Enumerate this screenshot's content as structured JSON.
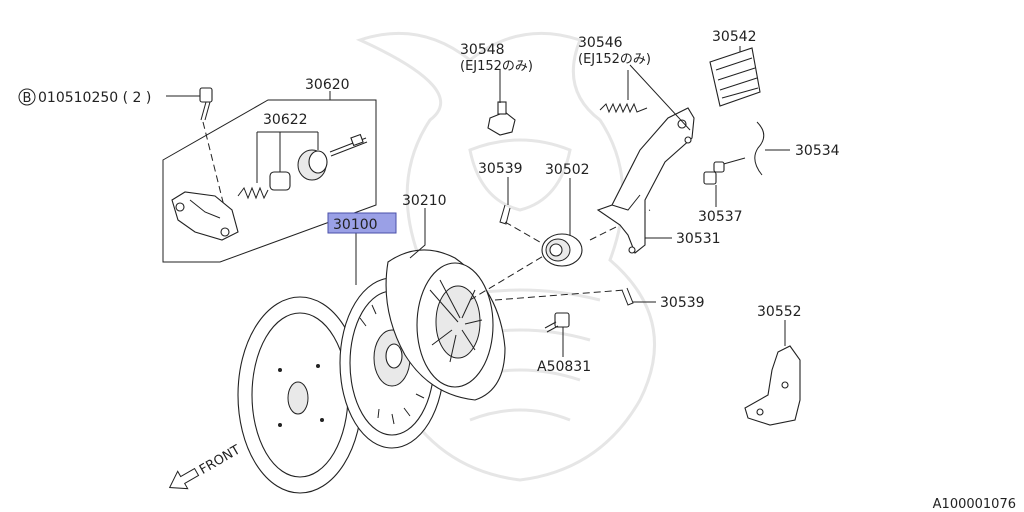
{
  "bolt_marker": "B",
  "bolt_callout": "010510250 ( 2 )",
  "parts": {
    "p30620": "30620",
    "p30622": "30622",
    "p30548": "30548",
    "p30548_note": "(EJ152のみ)",
    "p30546": "30546",
    "p30546_note": "(EJ152のみ)",
    "p30542": "30542",
    "p30534": "30534",
    "p30539a": "30539",
    "p30502": "30502",
    "p30210": "30210",
    "p30100": "30100",
    "p30537": "30537",
    "p30531": "30531",
    "p30539b": "30539",
    "p30552": "30552",
    "pA50831": "A50831"
  },
  "front_label": "FRONT",
  "diagram_id": "A100001076",
  "highlight_color": "#9aa0e6"
}
